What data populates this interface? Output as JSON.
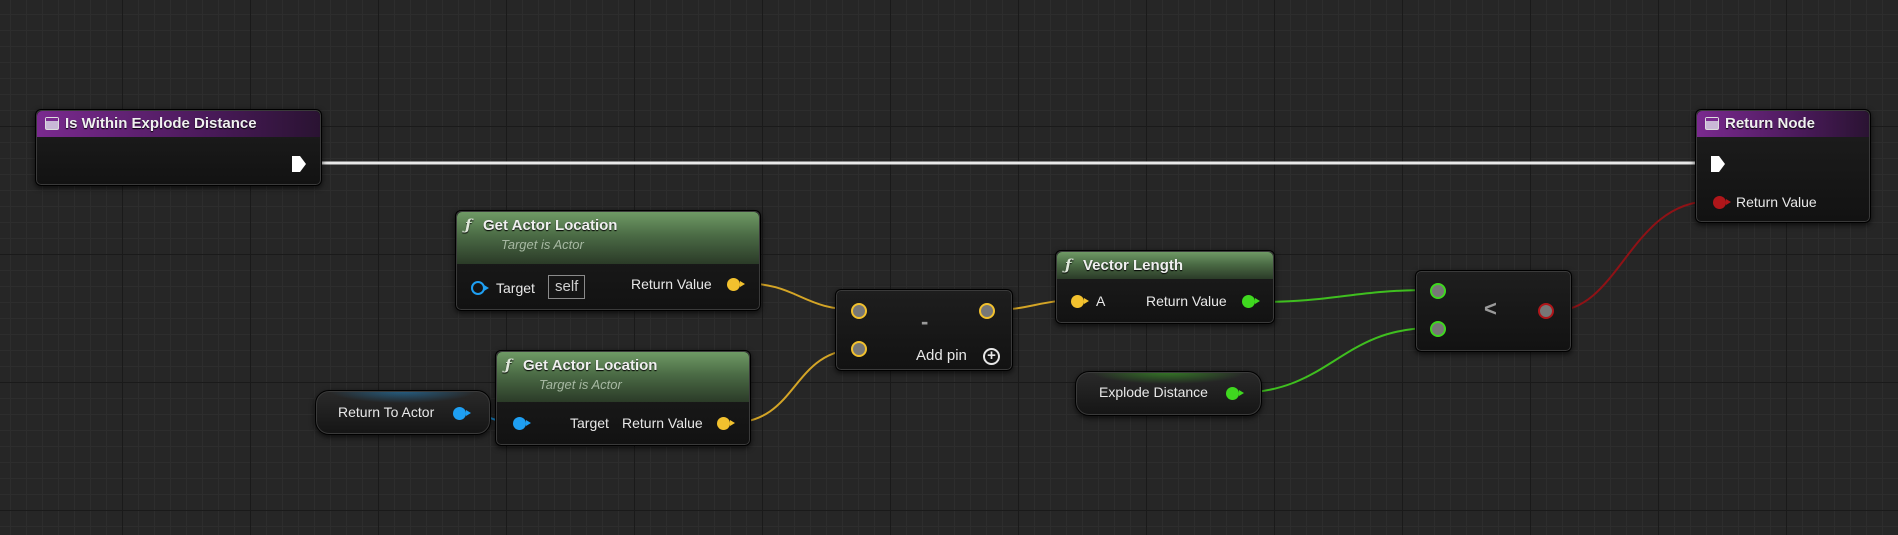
{
  "nodes": {
    "entry": {
      "title": "Is Within Explode Distance"
    },
    "return": {
      "title": "Return Node",
      "return_label": "Return Value"
    },
    "get_loc_1": {
      "title": "Get Actor Location",
      "subtitle": "Target is Actor",
      "target_label": "Target",
      "target_default": "self",
      "return_label": "Return Value"
    },
    "get_loc_2": {
      "title": "Get Actor Location",
      "subtitle": "Target is Actor",
      "target_label": "Target",
      "return_label": "Return Value"
    },
    "subtract": {
      "op": "-",
      "add_pin_label": "Add pin",
      "add_pin_icon": "+"
    },
    "vector_length": {
      "title": "Vector Length",
      "a_label": "A",
      "return_label": "Return Value"
    },
    "less": {
      "op": "<"
    },
    "var_actor": {
      "label": "Return To Actor"
    },
    "var_explode": {
      "label": "Explode Distance"
    }
  },
  "icons": {
    "function": "ƒ",
    "event": "event-icon"
  },
  "colors": {
    "vector_pin": "#f2c12e",
    "object_pin": "#1e9ff2",
    "float_pin": "#3fd81f",
    "bool_pin": "#b0161a",
    "exec_pin": "#ffffff",
    "event_header": "#7a2a8f",
    "function_header": "#6f9a65"
  }
}
